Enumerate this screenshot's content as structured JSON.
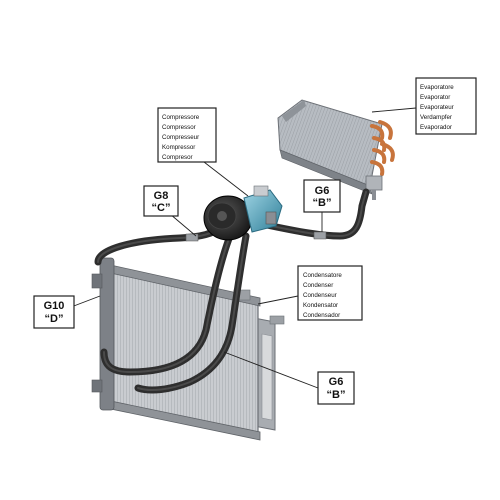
{
  "labels": {
    "evaporator": [
      "Evaporatore",
      "Evaporator",
      "Evaporateur",
      "Verdampfer",
      "Evaporador"
    ],
    "compressor": [
      "Compressore",
      "Compressor",
      "Compresseur",
      "Kompressor",
      "Compresor"
    ],
    "condenser": [
      "Condensatore",
      "Condenser",
      "Condenseur",
      "Kondensator",
      "Condensador"
    ]
  },
  "fittings": {
    "g8": {
      "code": "G8",
      "letter": "“C”"
    },
    "g6_top": {
      "code": "G6",
      "letter": "“B”"
    },
    "g10": {
      "code": "G10",
      "letter": "“D”"
    },
    "g6_bottom": {
      "code": "G6",
      "letter": "“B”"
    }
  },
  "colors": {
    "hose": "#2e2e2e",
    "condenser_frame": "#8a8e94",
    "condenser_fin": "#b9bdc2",
    "evaporator_copper": "#c8743c",
    "compressor_body": "#1e1e1e",
    "compressor_head": "#4aa0b8"
  }
}
